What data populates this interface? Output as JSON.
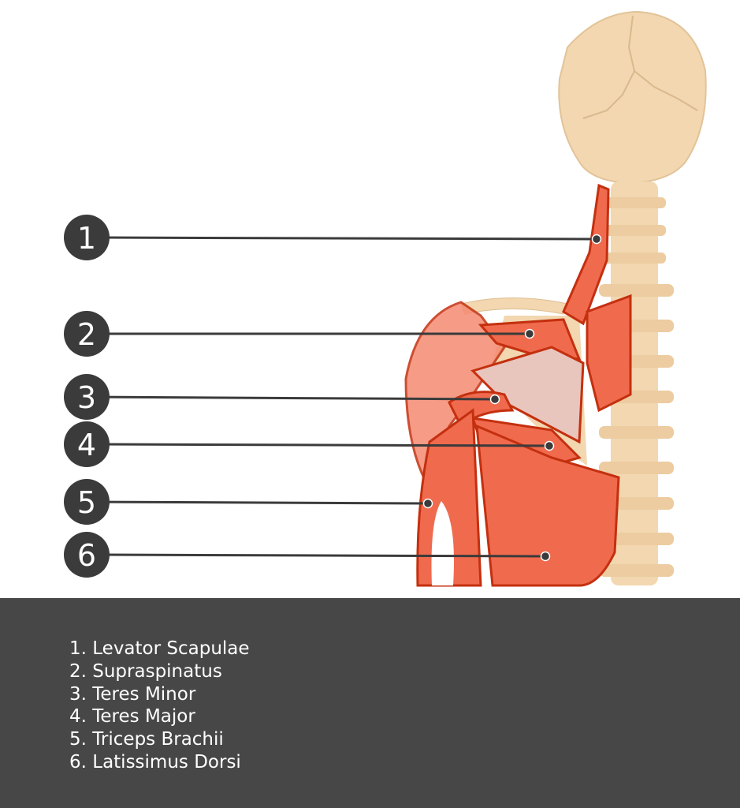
{
  "labels": [
    {
      "number": "1",
      "name": "Levator Scapulae"
    },
    {
      "number": "2",
      "name": "Supraspinatus"
    },
    {
      "number": "3",
      "name": "Teres Minor"
    },
    {
      "number": "4",
      "name": "Teres Major"
    },
    {
      "number": "5",
      "name": "Triceps Brachii"
    },
    {
      "number": "6",
      "name": "Latissimus Dorsi"
    }
  ],
  "legend": [
    "1.  Levator Scapulae",
    "2. Supraspinatus",
    "3. Teres Minor",
    "4. Teres Major",
    "5. Triceps Brachii",
    "6. Latissimus Dorsi"
  ],
  "colors": {
    "marker": "#3b3b3b",
    "panel": "#474747",
    "muscle": "#f06a4e",
    "muscle_edge": "#c4300f",
    "bone": "#f0d6b0"
  }
}
